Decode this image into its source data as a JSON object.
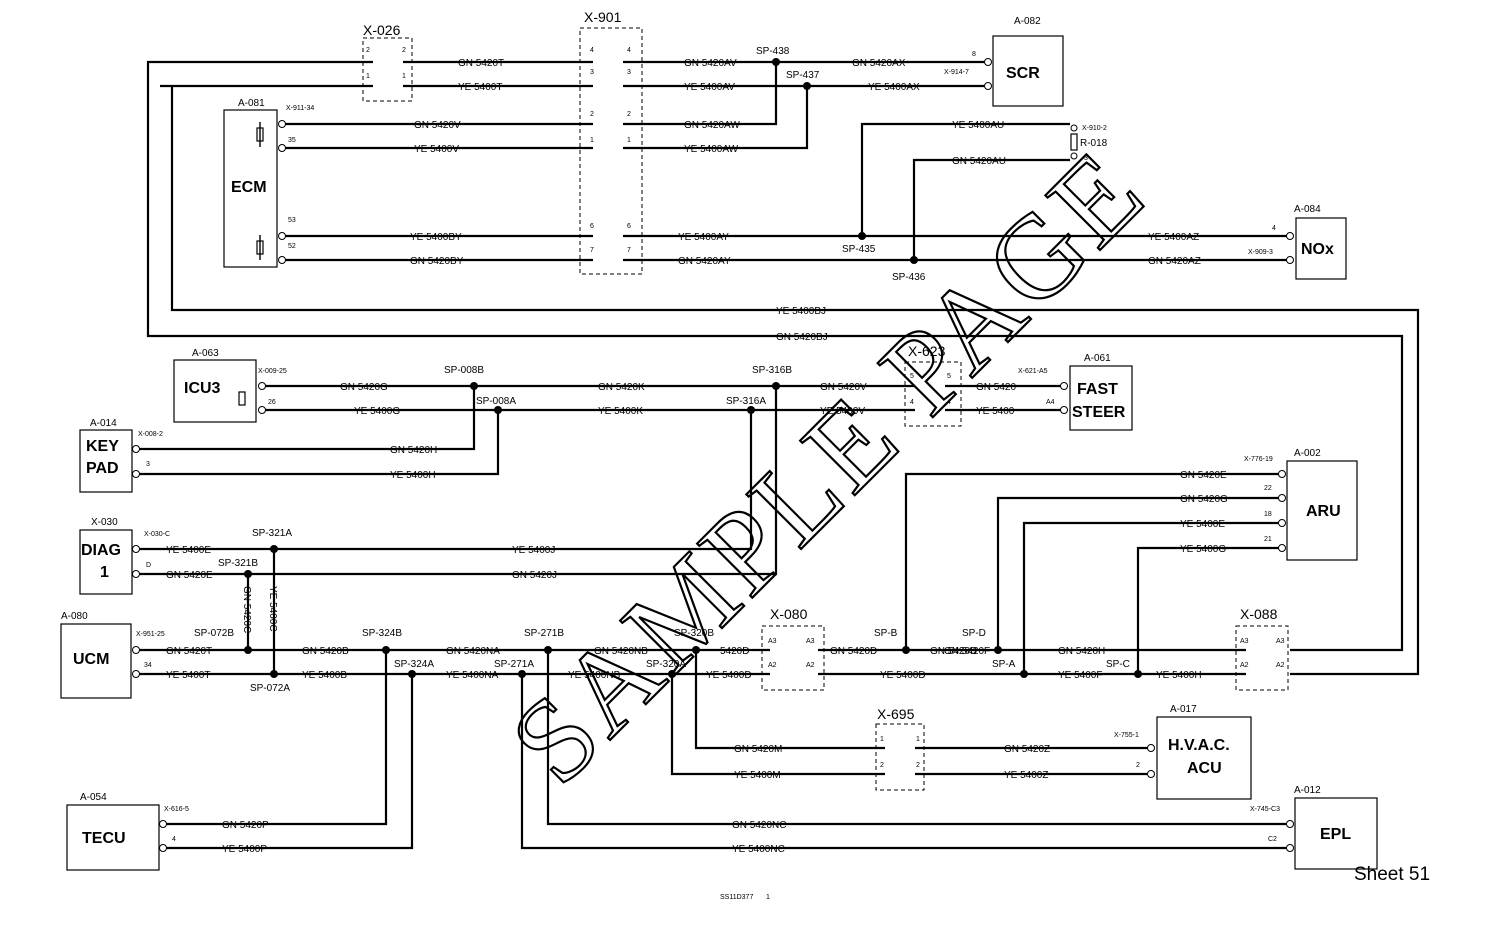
{
  "modules": {
    "a082": {
      "id": "A-082",
      "name": "SCR"
    },
    "a081": {
      "id": "A-081",
      "name": "ECM"
    },
    "a084": {
      "id": "A-084",
      "name": "NOx"
    },
    "a063": {
      "id": "A-063",
      "name": "ICU3"
    },
    "a061": {
      "id": "A-061",
      "line1": "FAST",
      "line2": "STEER"
    },
    "a014": {
      "id": "A-014",
      "line1": "KEY",
      "line2": "PAD"
    },
    "x030": {
      "id": "X-030",
      "line1": "DIAG",
      "line2": "1"
    },
    "a002": {
      "id": "A-002",
      "name": "ARU"
    },
    "a080": {
      "id": "A-080",
      "name": "UCM"
    },
    "a017": {
      "id": "A-017",
      "line1": "H.V.A.C.",
      "line2": "ACU"
    },
    "a054": {
      "id": "A-054",
      "name": "TECU"
    },
    "a012": {
      "id": "A-012",
      "name": "EPL"
    }
  },
  "connectors": {
    "x026": "X-026",
    "x901": "X-901",
    "x623": "X-623",
    "x080": "X-080",
    "x088": "X-088",
    "x695": "X-695"
  },
  "pins": {
    "x914": "X-914-7",
    "scr8": "8",
    "x911": "X-911-34",
    "ecm35": "35",
    "ecm53": "53",
    "ecm52": "52",
    "x910": "X-910-2",
    "r018": "R-018",
    "x910b": "3",
    "x909": "X-909-3",
    "nox4": "4",
    "x009": "X-009-25",
    "icu26": "26",
    "x621": "X-621-A5",
    "fsA4": "A4",
    "x008": "X-008-2",
    "kp3": "3",
    "x776": "X-776-19",
    "aru22": "22",
    "aru18": "18",
    "aru21": "21",
    "x030c": "X-030-C",
    "diagD": "D",
    "x951": "X-951-25",
    "ucm34": "34",
    "x755": "X-755-1",
    "hv2": "2",
    "x616": "X-616-5",
    "tecu4": "4",
    "x745": "X-745-C3",
    "eplC2": "C2",
    "p1": "1",
    "p2": "2",
    "p3": "3",
    "p4": "4",
    "p5": "5",
    "p6": "6",
    "p7": "7",
    "pA2": "A2",
    "pA3": "A3"
  },
  "wires": {
    "w5420T": "GN 5420T",
    "w5400T": "YE 5400T",
    "w5420AV": "GN 5420AV",
    "w5400AV": "YE 5400AV",
    "w5420AX": "GN 5420AX",
    "w5400AX": "YE 5400AX",
    "w5420V": "GN 5420V",
    "w5400V": "YE 5400V",
    "w5420AW": "GN 5420AW",
    "w5400AW": "YE 5400AW",
    "w5400AU": "YE 5400AU",
    "w5420AU": "GN 5420AU",
    "w5400BY": "YE 5400BY",
    "w5420BY": "GN 5420BY",
    "w5400AY": "YE 5400AY",
    "w5420AY": "GN 5420AY",
    "w5400AZ": "YE 5400AZ",
    "w5420AZ": "GN 5420AZ",
    "w5400BJ": "YE 5400BJ",
    "w5420BJ": "GN 5420BJ",
    "w5420G": "GN 5420G",
    "w5400G": "YE 5400G",
    "w5420K": "GN 5420K",
    "w5400K": "YE 5400K",
    "w5420Vb": "GN 5420V",
    "w5400Vb": "YE 5400V",
    "w5420": "GN 5420",
    "w5400": "YE 5400",
    "w5420H": "GN 5420H",
    "w5400H": "YE 5400H",
    "w5420E": "GN 5420E",
    "w5420Gb": "GN 5420G",
    "w5400E": "YE 5400E",
    "w5400Gb": "YE 5400G",
    "w5400Ed": "YE 5400E",
    "w5420Ed": "GN 5420E",
    "w5400J": "YE 5400J",
    "w5420J": "GN 5420J",
    "w5420C": "GN 5420C",
    "w5400C": "YE 5400C",
    "w5420Tu": "GN 5420T",
    "w5400Tu": "YE 5400T",
    "w5420B": "GN 5420B",
    "w5400B": "YE 5400B",
    "w5420NA": "GN 5420NA",
    "w5400NA": "YE 5400NA",
    "w5420NB": "GN 5420NB",
    "w5400NB": "YE 5400NB",
    "w5420D": "5420D",
    "w5400D": "YE 5400D",
    "w5420Db": "GN 5420D",
    "w5400Db": "YE 5400D",
    "w5420F": "GN 5420F",
    "w5400F": "YE 5400F",
    "w5420Hb": "GN 5420H",
    "w5400Hb": "YE 5400H",
    "w5420M": "GN 5420M",
    "w5400M": "YE 5400M",
    "w5420Z": "GN 5420Z",
    "w5400Z": "YE 5400Z",
    "w5420P": "GN 5420P",
    "w5400P": "YE 5400P",
    "w5420NC": "GN 5420NC",
    "w5400NC": "YE 5400NC"
  },
  "splices": {
    "sp438": "SP-438",
    "sp437": "SP-437",
    "sp435": "SP-435",
    "sp436": "SP-436",
    "sp008b": "SP-008B",
    "sp008a": "SP-008A",
    "sp316b": "SP-316B",
    "sp316a": "SP-316A",
    "sp321a": "SP-321A",
    "sp321b": "SP-321B",
    "sp072b": "SP-072B",
    "sp072a": "SP-072A",
    "sp324b": "SP-324B",
    "sp324a": "SP-324A",
    "sp271b": "SP-271B",
    "sp271a": "SP-271A",
    "sp320b": "SP-320B",
    "sp320a": "SP-320A",
    "spb": "SP-B",
    "spd": "SP-D",
    "spa": "SP-A",
    "spc": "SP-C"
  },
  "watermark": "SAMPLE PAGE",
  "sheet": "Sheet 51",
  "footer": {
    "code": "SS11D377",
    "page": "1"
  }
}
